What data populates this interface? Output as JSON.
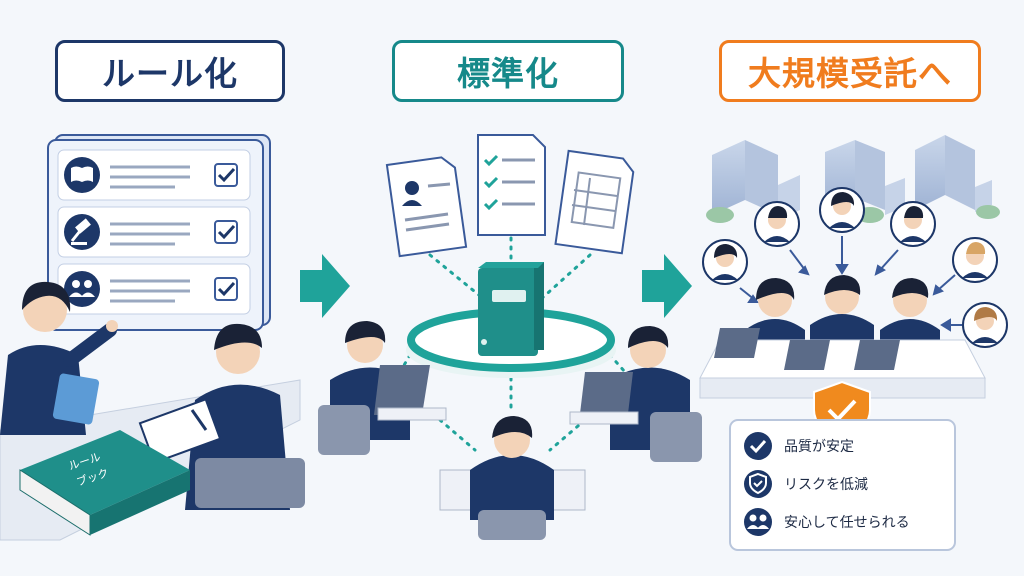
{
  "steps": [
    {
      "title": "ルール化"
    },
    {
      "title": "標準化"
    },
    {
      "title": "大規模受託へ"
    }
  ],
  "rulebook_label_line1": "ルール",
  "rulebook_label_line2": "ブック",
  "benefits": [
    {
      "label": "品質が安定",
      "icon": "check-circle-icon"
    },
    {
      "label": "リスクを低減",
      "icon": "shield-check-icon"
    },
    {
      "label": "安心して任せられる",
      "icon": "people-icon"
    }
  ],
  "colors": {
    "navy": "#1d3768",
    "teal": "#16898a",
    "orange": "#f07c1e",
    "arrow": "#1fa39a"
  }
}
